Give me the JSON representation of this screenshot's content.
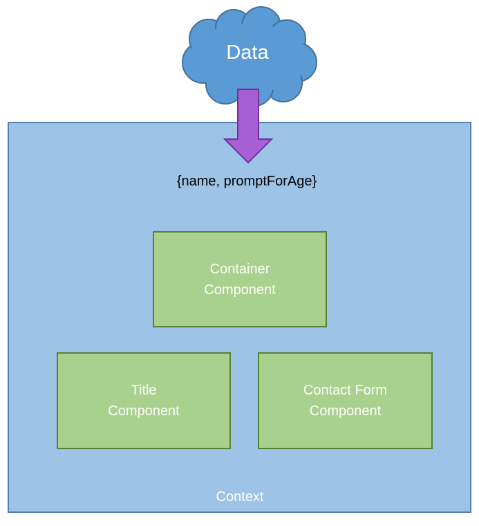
{
  "cloud": {
    "label": "Data",
    "color": "#5b9bd5"
  },
  "arrow": {
    "color": "#a660d3"
  },
  "props": {
    "label": "{name, promptForAge}"
  },
  "components": {
    "container": {
      "line1": "Container",
      "line2": "Component"
    },
    "title": {
      "line1": "Title",
      "line2": "Component"
    },
    "contact_form": {
      "line1": "Contact Form",
      "line2": "Component"
    }
  },
  "context": {
    "label": "Context",
    "color": "#9dc3e6"
  },
  "component_color": "#a9d18e"
}
